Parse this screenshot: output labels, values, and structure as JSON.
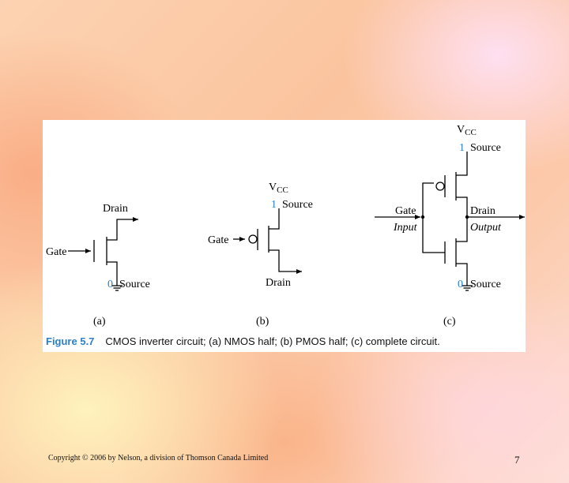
{
  "figure": {
    "panel_a": {
      "drain": "Drain",
      "gate": "Gate",
      "source_value": "0",
      "source": "Source",
      "caption": "(a)"
    },
    "panel_b": {
      "vcc_main": "V",
      "vcc_sub": "CC",
      "source_value": "1",
      "source": "Source",
      "gate": "Gate",
      "drain": "Drain",
      "caption": "(b)"
    },
    "panel_c": {
      "vcc_main": "V",
      "vcc_sub": "CC",
      "top_source_value": "1",
      "top_source": "Source",
      "gate": "Gate",
      "input": "Input",
      "drain": "Drain",
      "output": "Output",
      "bottom_source_value": "0",
      "bottom_source": "Source",
      "caption": "(c)"
    },
    "caption_number": "Figure 5.7",
    "caption_text": "CMOS inverter circuit; (a) NMOS half; (b) PMOS half; (c) complete circuit.",
    "colors": {
      "accent": "#2a7fc7",
      "panel": "#ffffff"
    }
  },
  "footer": {
    "copyright": "Copyright © 2006 by Nelson, a division of Thomson Canada Limited",
    "page_number": "7"
  }
}
